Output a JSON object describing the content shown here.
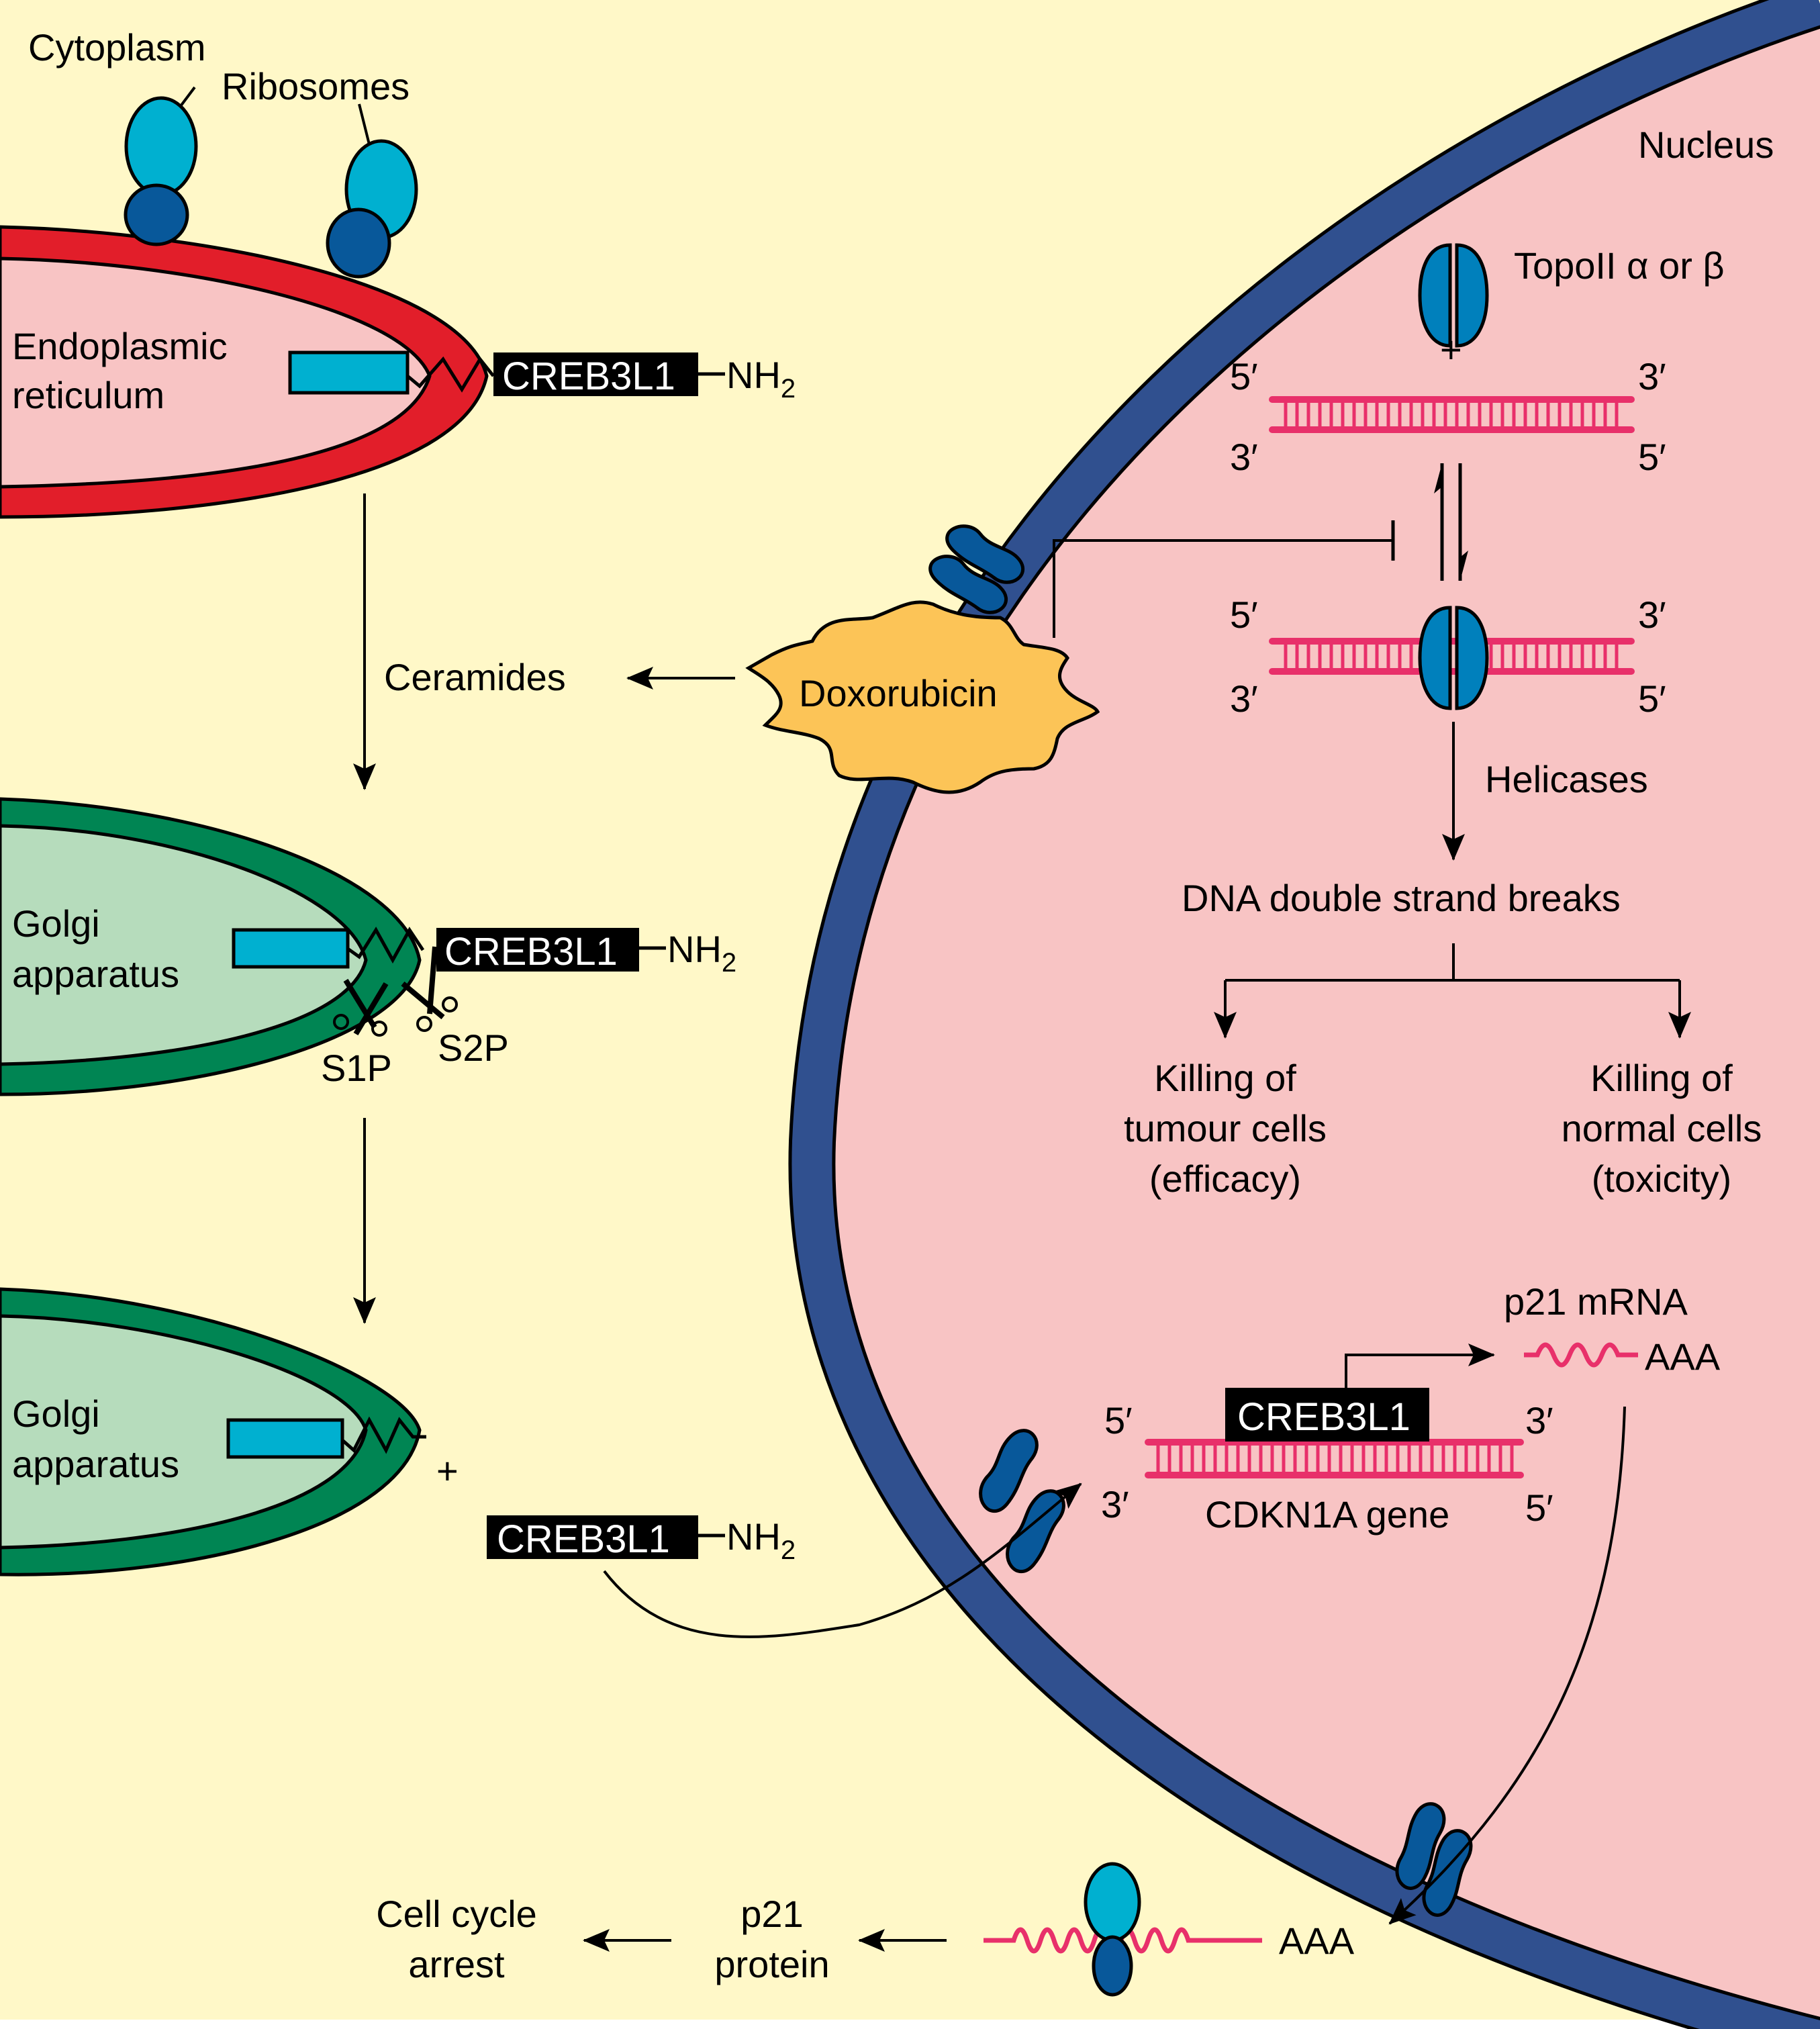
{
  "colors": {
    "cytoplasm": "#fff8c8",
    "nucleus": "#f8c4c4",
    "nuclear_envelope": "#30508f",
    "er_membrane": "#e21e2a",
    "er_lumen": "#f8c4c4",
    "golgi_membrane": "#008553",
    "golgi_lumen": "#b6dcbc",
    "ribosome_large": "#00b0d0",
    "ribosome_small": "#08589a",
    "topo": "#0080bc",
    "dna": "#e8306a",
    "doxorubicin": "#fcc457",
    "protein_box": "#000000",
    "luminal_domain": "#00b0d0"
  },
  "labels": {
    "cytoplasm": "Cytoplasm",
    "ribosomes": "Ribosomes",
    "nucleus": "Nucleus",
    "er_line1": "Endoplasmic",
    "er_line2": "reticulum",
    "golgi1_line1": "Golgi",
    "golgi1_line2": "apparatus",
    "golgi2_line1": "Golgi",
    "golgi2_line2": "apparatus",
    "creb3l1": "CREB3L1",
    "nh2": "NH",
    "nh2_sub": "2",
    "s1p": "S1P",
    "s2p": "S2P",
    "plus": "+",
    "ceramides": "Ceramides",
    "doxorubicin": "Doxorubicin",
    "topo": "TopoII α or β",
    "five_prime": "5′",
    "three_prime": "3′",
    "helicases": "Helicases",
    "dsb": "DNA double strand breaks",
    "tumour_line1": "Killing of",
    "tumour_line2": "tumour cells",
    "tumour_line3": "(efficacy)",
    "normal_line1": "Killing of",
    "normal_line2": "normal cells",
    "normal_line3": "(toxicity)",
    "p21_mrna": "p21 mRNA",
    "aaa": "AAA",
    "cdkn1a": "CDKN1A gene",
    "p21_protein_line1": "p21",
    "p21_protein_line2": "protein",
    "cell_cycle_line1": "Cell cycle",
    "cell_cycle_line2": "arrest"
  }
}
